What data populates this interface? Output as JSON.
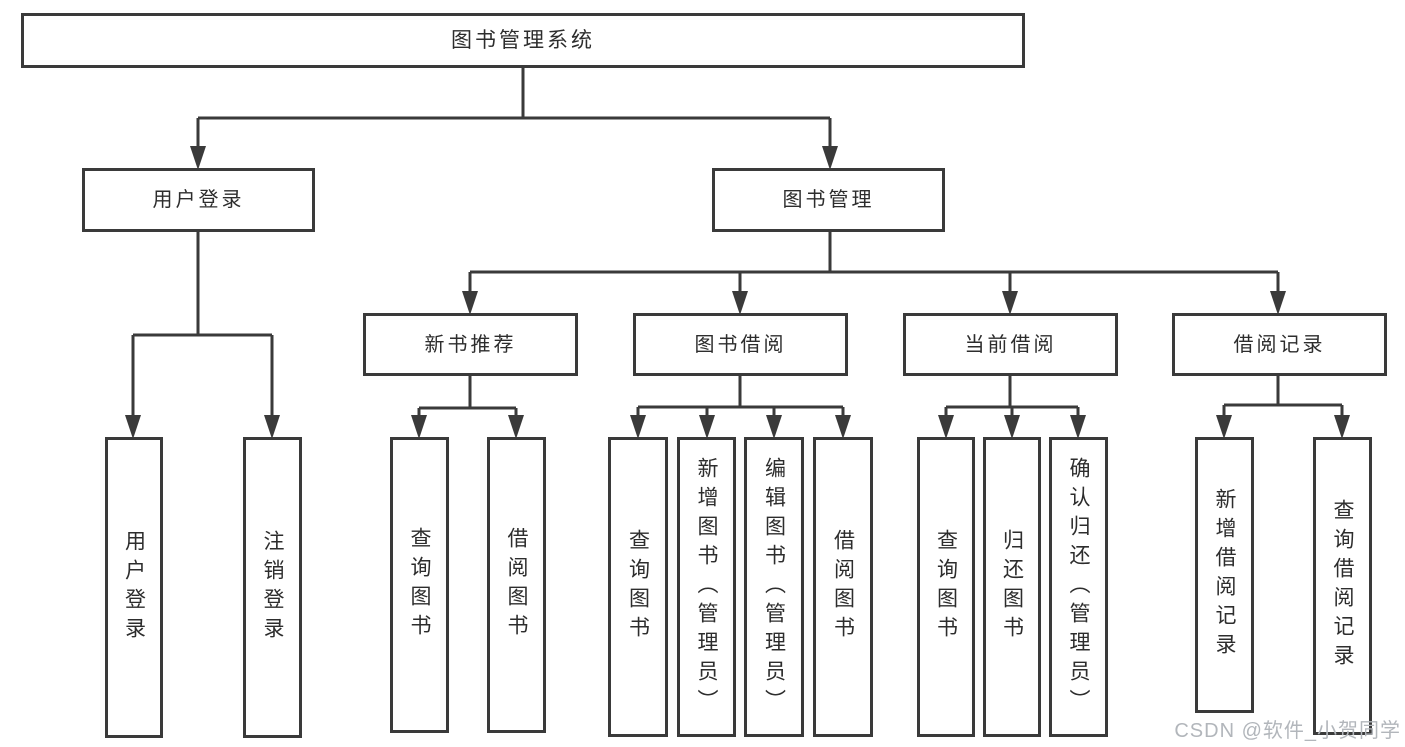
{
  "diagram": {
    "title": "图书管理系统",
    "watermark": "CSDN @软件_小贺同学",
    "colors": {
      "line": "#3a3a3a",
      "box_border": "#3a3a3a",
      "box_background": "#ffffff",
      "text": "#2d2d2d",
      "watermark_text": "#b2b6bb"
    },
    "nodes": {
      "root": "图书管理系统",
      "user_login_group": "用户登录",
      "book_mgmt_group": "图书管理",
      "user_login": "用户登录",
      "logout": "注销登录",
      "new_book_rec": "新书推荐",
      "book_borrow": "图书借阅",
      "current_borrow": "当前借阅",
      "borrow_record": "借阅记录",
      "nb_query": "查询图书",
      "nb_borrow": "借阅图书",
      "bb_query": "查询图书",
      "bb_add": "新增图书（管理员）",
      "bb_edit": "编辑图书（管理员）",
      "bb_borrow": "借阅图书",
      "cb_query": "查询图书",
      "cb_return": "归还图书",
      "cb_confirm": "确认归还（管理员）",
      "br_add": "新增借阅记录",
      "br_query": "查询借阅记录"
    }
  }
}
